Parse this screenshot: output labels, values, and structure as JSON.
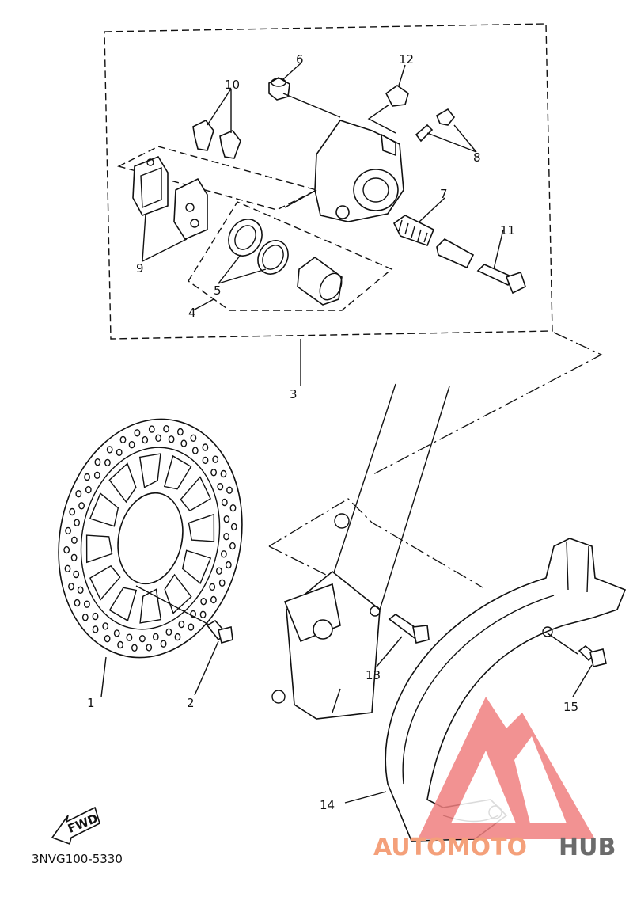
{
  "diagram": {
    "callouts": [
      {
        "key": "1",
        "text": "1"
      },
      {
        "key": "2",
        "text": "2"
      },
      {
        "key": "3",
        "text": "3"
      },
      {
        "key": "4",
        "text": "4"
      },
      {
        "key": "5",
        "text": "5"
      },
      {
        "key": "6",
        "text": "6"
      },
      {
        "key": "7",
        "text": "7"
      },
      {
        "key": "8",
        "text": "8"
      },
      {
        "key": "9",
        "text": "9"
      },
      {
        "key": "10",
        "text": "10"
      },
      {
        "key": "11",
        "text": "11"
      },
      {
        "key": "12",
        "text": "12"
      },
      {
        "key": "13",
        "text": "13"
      },
      {
        "key": "14",
        "text": "14"
      },
      {
        "key": "15",
        "text": "15"
      }
    ],
    "fwd_label": "FWD",
    "drawing_code": "3NVG100-5330"
  },
  "watermark": {
    "text_primary": "AUTOMOTO",
    "text_secondary": "HUB",
    "color_primary": "#f4a07a",
    "color_secondary": "#6b6b6b",
    "logo_color": "#f08080"
  }
}
